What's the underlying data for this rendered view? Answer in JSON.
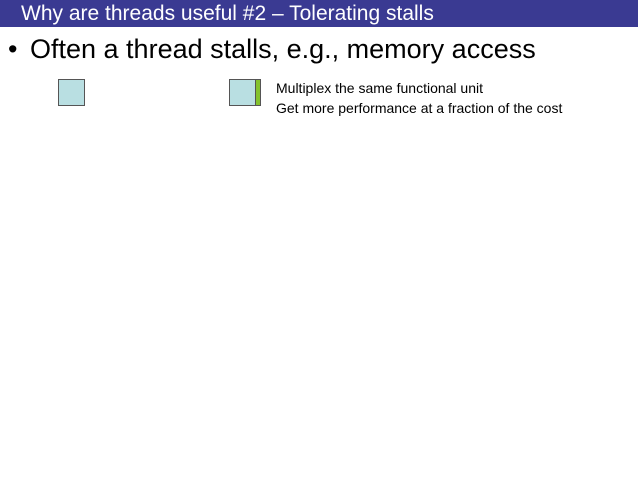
{
  "slide": {
    "title": "Why are threads useful #2 – Tolerating stalls",
    "bullet_marker": "•",
    "bullet_text": "Often a thread stalls, e.g., memory access",
    "notes": [
      "Multiplex the same functional unit",
      "Get more performance at a fraction of the cost"
    ]
  },
  "colors": {
    "title_bar": "#3a3a92",
    "box_fill": "#b9dfe2",
    "stripe_fill": "#84c22d"
  }
}
